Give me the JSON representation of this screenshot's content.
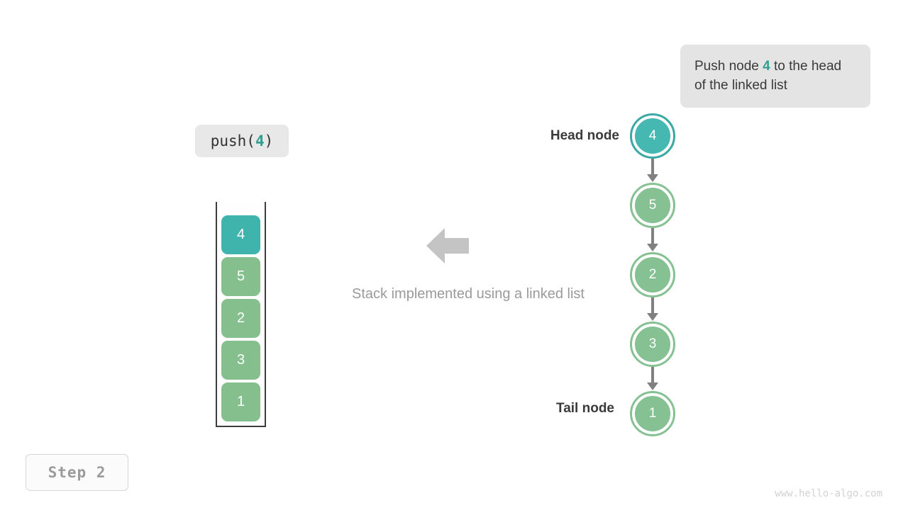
{
  "tooltip": {
    "text_before": "Push node ",
    "highlight": "4",
    "text_after": " to the head of the linked list",
    "bg_color": "#e4e4e4",
    "highlight_color": "#2e9e8f"
  },
  "code_chip": {
    "prefix": "push(",
    "argument": "4",
    "suffix": ")",
    "bg_color": "#e8e8e8",
    "argument_color": "#2e9e8f"
  },
  "center_caption": {
    "text": "Stack implemented using a linked list",
    "color": "#9a9a9a"
  },
  "flow_arrow": {
    "direction": "left",
    "color": "#c4c4c4"
  },
  "stack": {
    "cells": [
      {
        "value": "4",
        "color": "#3eb4ad",
        "highlighted": true
      },
      {
        "value": "5",
        "color": "#86bf8e",
        "highlighted": false
      },
      {
        "value": "2",
        "color": "#86bf8e",
        "highlighted": false
      },
      {
        "value": "3",
        "color": "#86bf8e",
        "highlighted": false
      },
      {
        "value": "1",
        "color": "#86bf8e",
        "highlighted": false
      }
    ],
    "container_border_color": "#3d3d3d"
  },
  "linked_list": {
    "head_label": "Head node",
    "tail_label": "Tail node",
    "connector_color": "#808080",
    "nodes": [
      {
        "value": "4",
        "fill": "#45b8b2",
        "ring": "#3aa9a3",
        "highlighted": true
      },
      {
        "value": "5",
        "fill": "#86c193",
        "ring": "#86c193",
        "highlighted": false
      },
      {
        "value": "2",
        "fill": "#86c193",
        "ring": "#86c193",
        "highlighted": false
      },
      {
        "value": "3",
        "fill": "#86c193",
        "ring": "#86c193",
        "highlighted": false
      },
      {
        "value": "1",
        "fill": "#86c193",
        "ring": "#86c193",
        "highlighted": false
      }
    ]
  },
  "step_badge": {
    "label": "Step 2",
    "text_color": "#9b9b9b",
    "border_color": "#d6d6d6"
  },
  "watermark": {
    "text": "www.hello-algo.com",
    "color": "#d2d2d2"
  }
}
